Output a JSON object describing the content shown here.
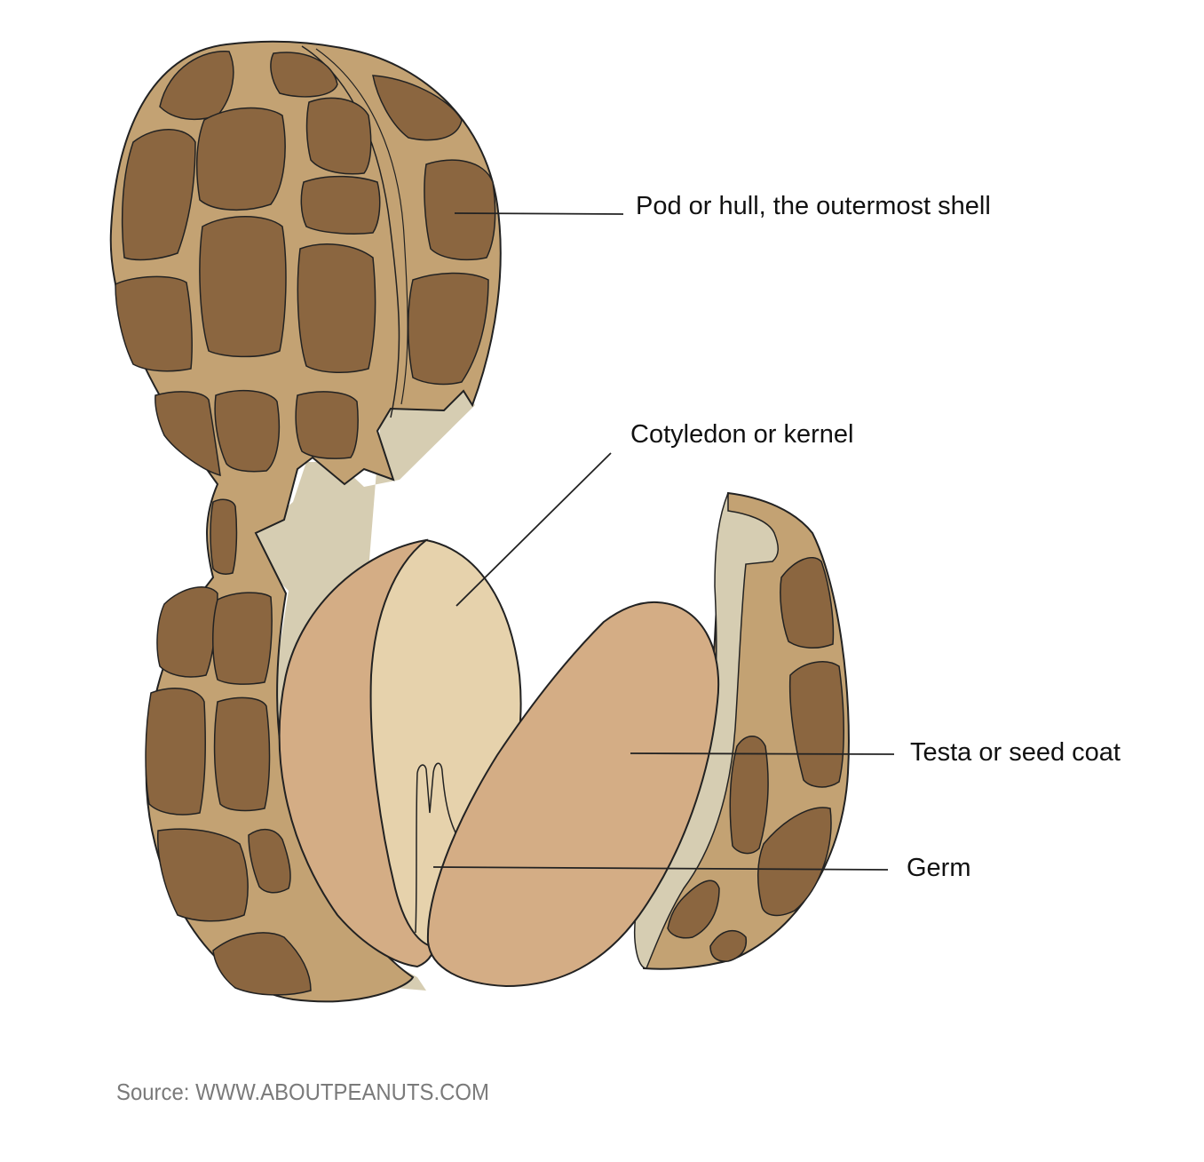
{
  "labels": {
    "pod": "Pod or hull, the outermost shell",
    "cotyledon": "Cotyledon or kernel",
    "testa": "Testa or seed coat",
    "germ": "Germ"
  },
  "source": "Source: WWW.ABOUTPEANUTS.COM",
  "colors": {
    "shell": "#c3a273",
    "shell_patch": "#8b6640",
    "shell_shadow": "#d6cdb2",
    "kernel_inner": "#e6d2ac",
    "kernel_outer": "#d4ad85",
    "leader_line": "#222222",
    "text": "#111111",
    "source_text": "#7a7a7a"
  }
}
